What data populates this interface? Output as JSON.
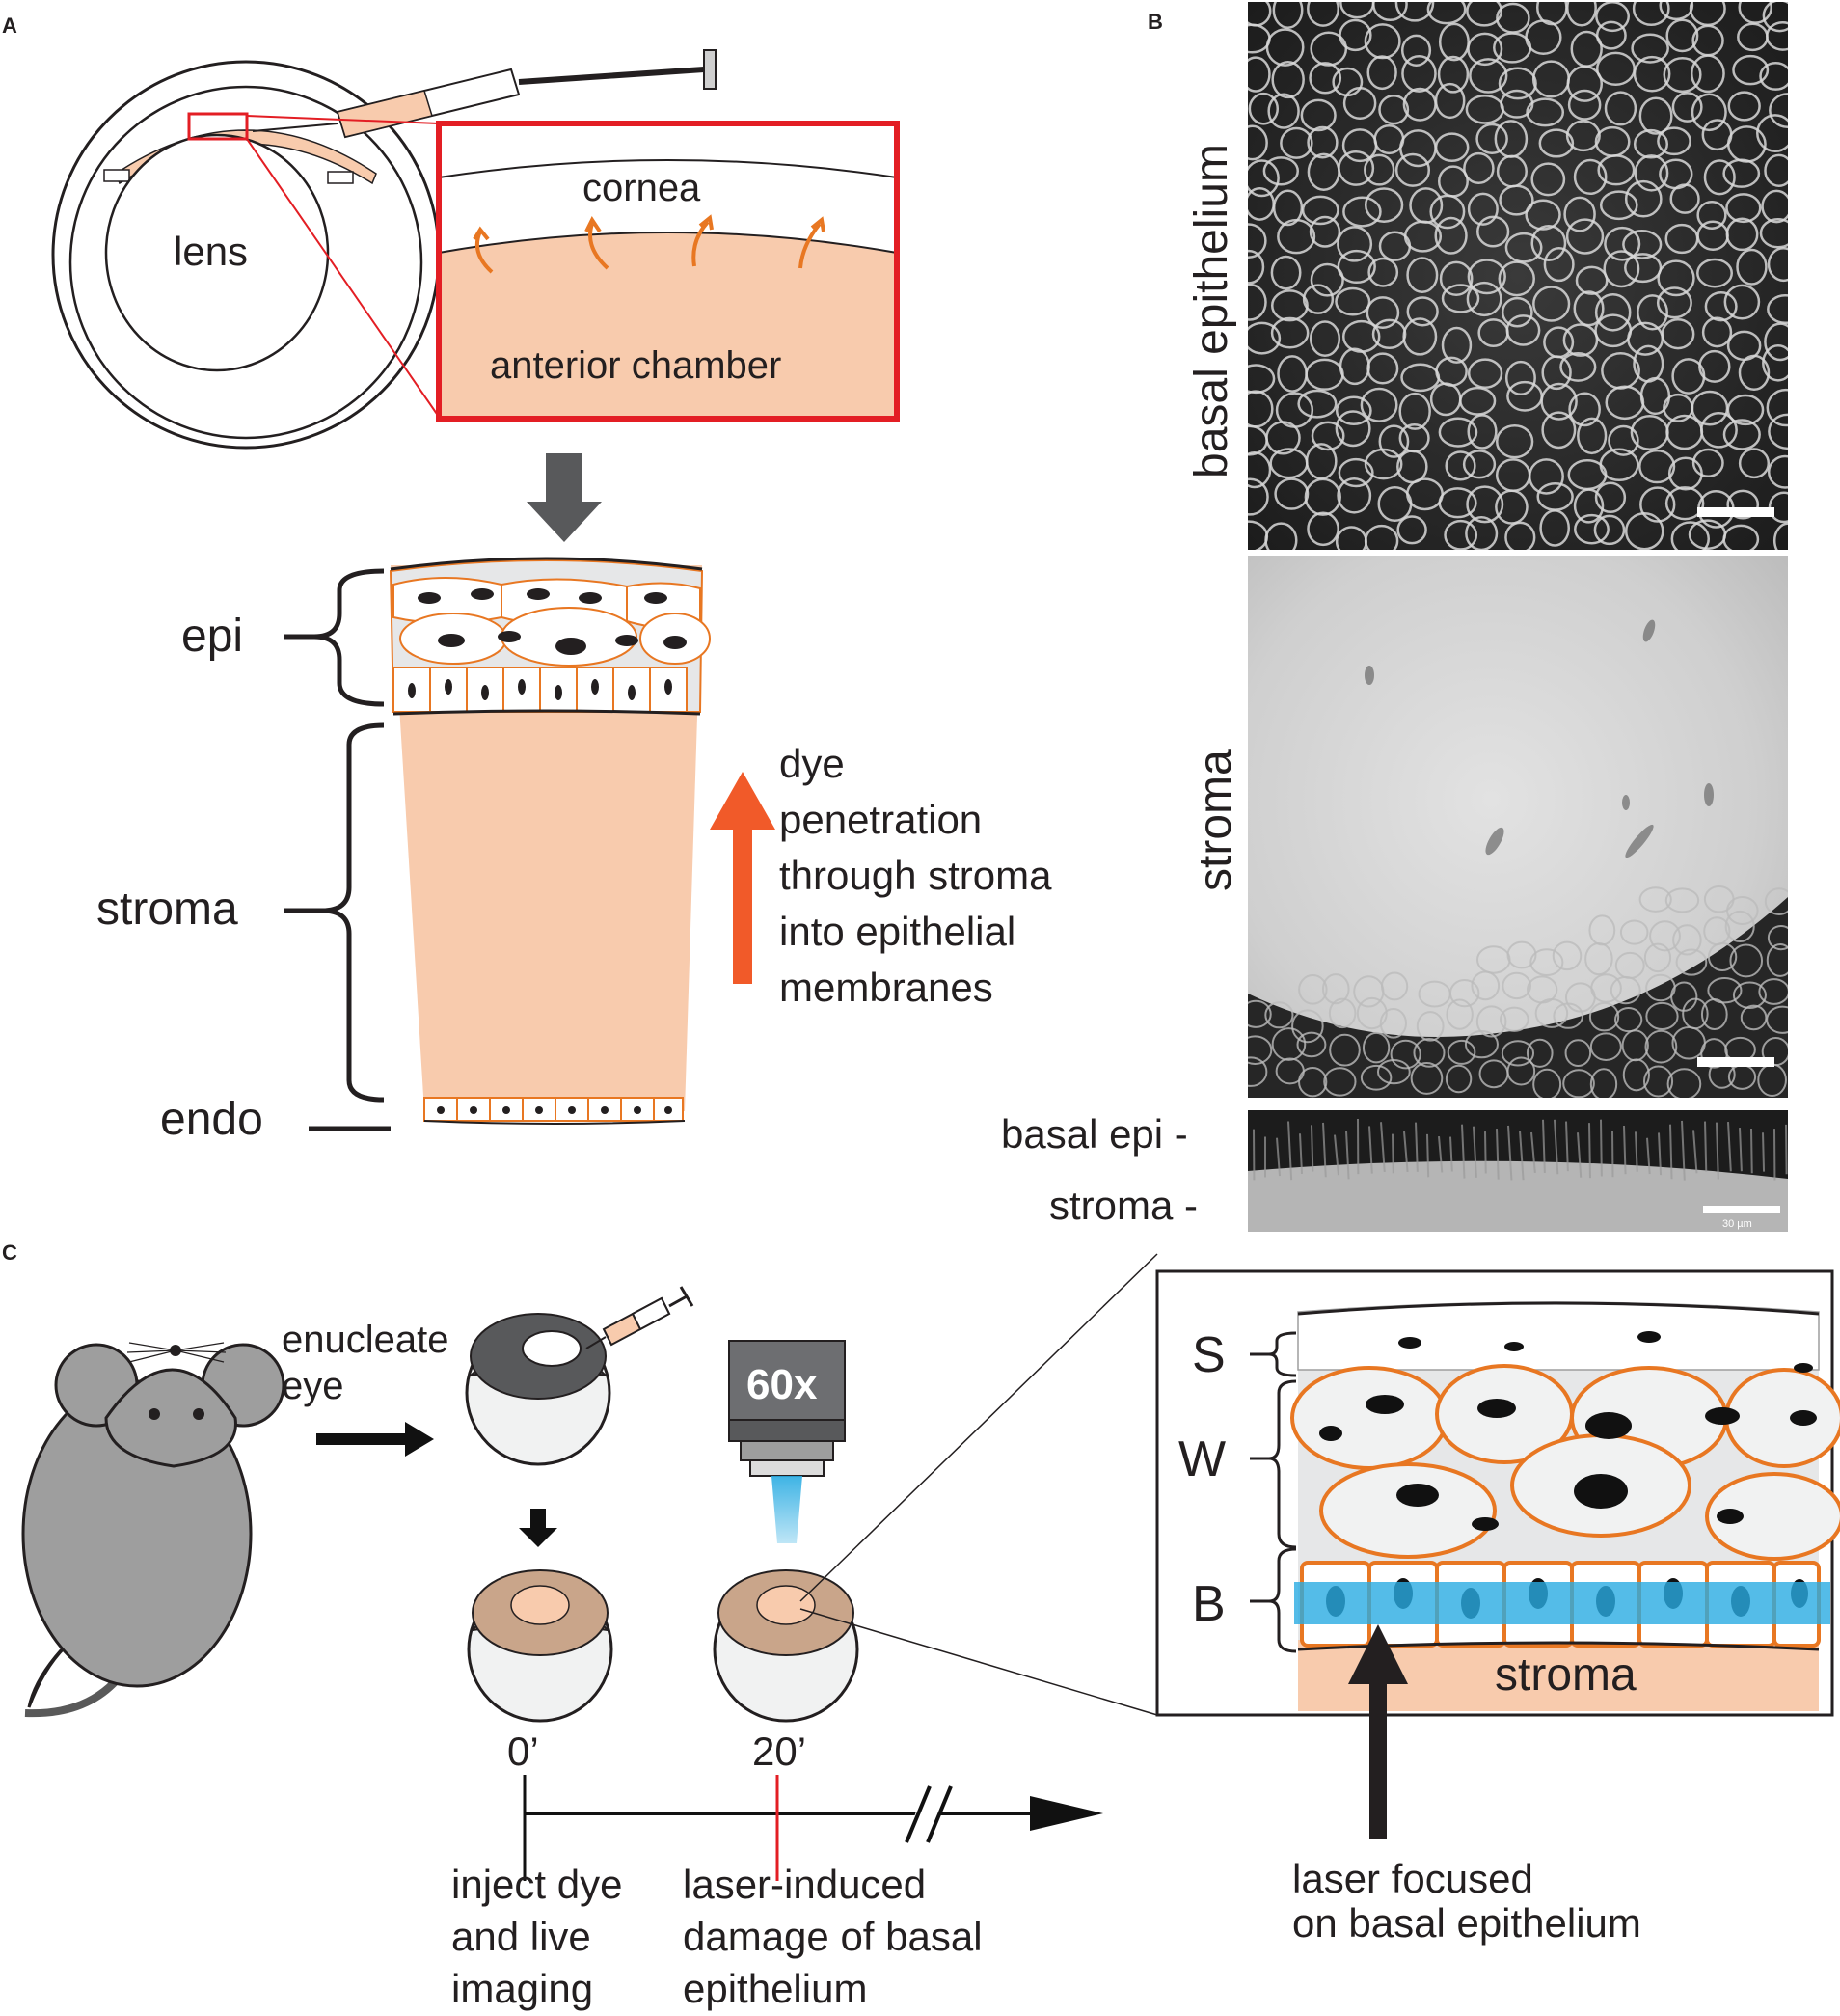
{
  "panels": {
    "a": "A",
    "b": "B",
    "c": "C"
  },
  "panel_a": {
    "inset": {
      "cornea": "cornea",
      "anterior_chamber": "anterior chamber"
    },
    "eye": {
      "lens": "lens"
    },
    "layers": {
      "epi": "epi",
      "stroma": "stroma",
      "endo": "endo"
    },
    "dye_text": [
      "dye",
      "penetration",
      "through stroma",
      "into epithelial",
      "membranes"
    ]
  },
  "panel_b": {
    "top_label": "basal epithelium",
    "middle_label": "stroma",
    "xz_labels": {
      "basal": "basal epi -",
      "stroma": "stroma -"
    },
    "scale_text": "30 µm"
  },
  "panel_c": {
    "enucleate": [
      "enucleate",
      "eye"
    ],
    "objective": "60x",
    "times": {
      "t0": "0’",
      "t20": "20’"
    },
    "step1": [
      "inject dye",
      "and live",
      "imaging"
    ],
    "step2": [
      "laser-induced",
      "damage of basal",
      "epithelium"
    ],
    "layers": {
      "s": "S",
      "w": "W",
      "b": "B",
      "stroma": "stroma"
    },
    "laser_text": [
      "laser focused",
      "on basal epithelium"
    ]
  },
  "colors": {
    "peach": "#f8cbad",
    "orange_membrane": "#e87722",
    "red_box": "#e31e24",
    "dye_arrow": "#f15a29",
    "laser_blue": "#29abe2",
    "mouse_gray": "#9e9e9e",
    "cornea_brown": "#c9a58a"
  }
}
